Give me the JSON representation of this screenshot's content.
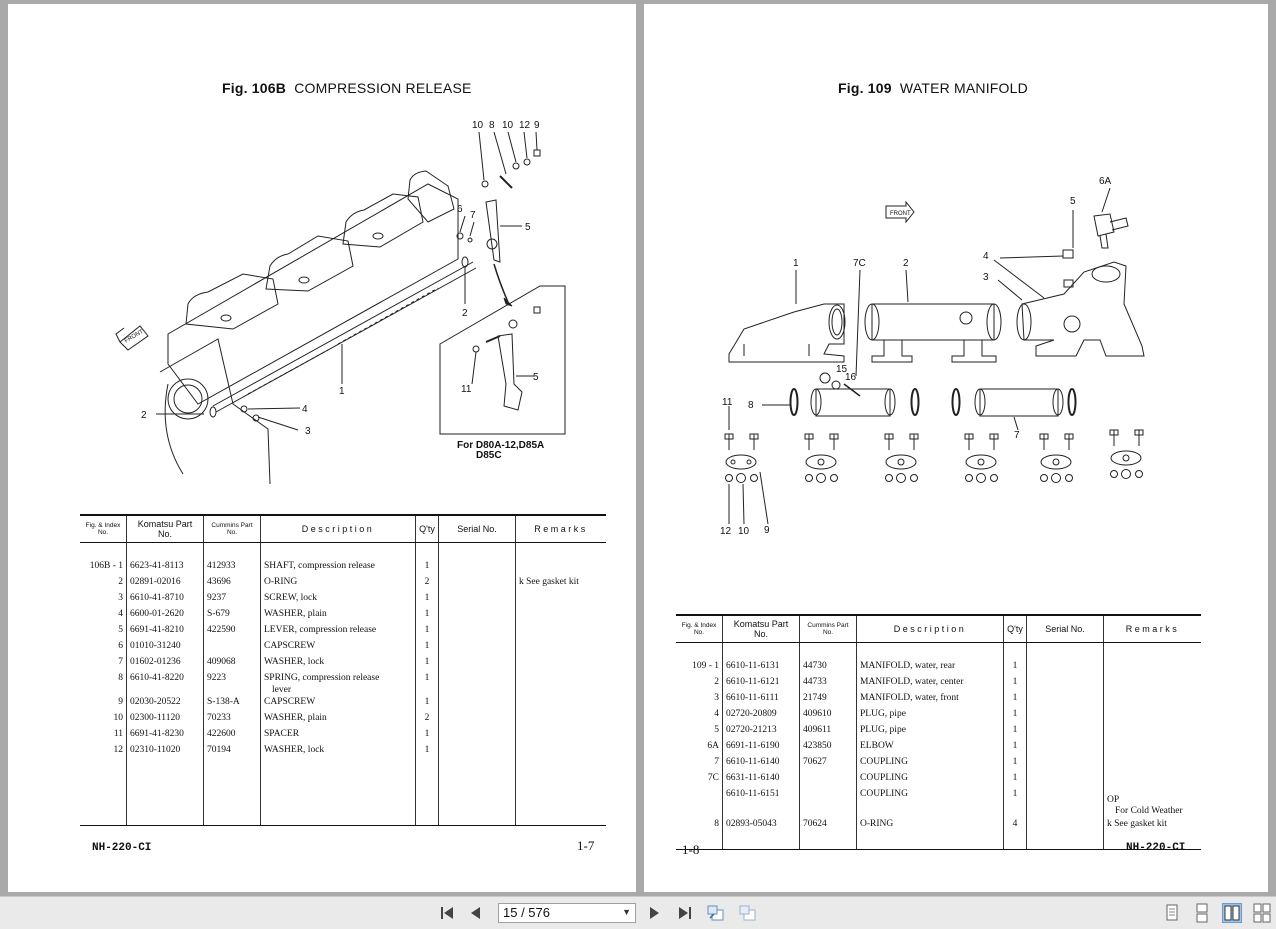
{
  "left_page": {
    "fig_label": "Fig. 106B",
    "fig_title": "COMPRESSION RELEASE",
    "callouts": [
      "10",
      "8",
      "10",
      "12",
      "9",
      "6",
      "7",
      "5",
      "2",
      "1",
      "2",
      "4",
      "3",
      "11",
      "5"
    ],
    "front_label": "FRONT",
    "note_line1": "For D80A-12,D85A",
    "note_line2": "D85C",
    "table": {
      "headers": [
        "Fig. & Index No.",
        "Komatsu Part No.",
        "Cummins Part No.",
        "Description",
        "Q'ty",
        "Serial No.",
        "Remarks"
      ],
      "rows": [
        {
          "idx": "106B - 1",
          "komatsu": "6623-41-8113",
          "cummins": "412933",
          "desc": "SHAFT, compression release",
          "qty": "1",
          "serial": "",
          "remarks": ""
        },
        {
          "idx": "2",
          "komatsu": "02891-02016",
          "cummins": "43696",
          "desc": "O-RING",
          "qty": "2",
          "serial": "",
          "remarks": "k  See gasket kit"
        },
        {
          "idx": "3",
          "komatsu": "6610-41-8710",
          "cummins": "9237",
          "desc": "SCREW, lock",
          "qty": "1",
          "serial": "",
          "remarks": ""
        },
        {
          "idx": "4",
          "komatsu": "6600-01-2620",
          "cummins": "S-679",
          "desc": "WASHER, plain",
          "qty": "1",
          "serial": "",
          "remarks": ""
        },
        {
          "idx": "5",
          "komatsu": "6691-41-8210",
          "cummins": "422590",
          "desc": "LEVER, compression release",
          "qty": "1",
          "serial": "",
          "remarks": ""
        },
        {
          "idx": "6",
          "komatsu": "01010-31240",
          "cummins": "",
          "desc": "CAPSCREW",
          "qty": "1",
          "serial": "",
          "remarks": ""
        },
        {
          "idx": "7",
          "komatsu": "01602-01236",
          "cummins": "409068",
          "desc": "WASHER, lock",
          "qty": "1",
          "serial": "",
          "remarks": ""
        },
        {
          "idx": "8",
          "komatsu": "6610-41-8220",
          "cummins": "9223",
          "desc": "SPRING, compression release",
          "desc2": "lever",
          "qty": "1",
          "serial": "",
          "remarks": ""
        },
        {
          "idx": "9",
          "komatsu": "02030-20522",
          "cummins": "S-138-A",
          "desc": "CAPSCREW",
          "qty": "1",
          "serial": "",
          "remarks": ""
        },
        {
          "idx": "10",
          "komatsu": "02300-11120",
          "cummins": "70233",
          "desc": "WASHER, plain",
          "qty": "2",
          "serial": "",
          "remarks": ""
        },
        {
          "idx": "11",
          "komatsu": "6691-41-8230",
          "cummins": "422600",
          "desc": "SPACER",
          "qty": "1",
          "serial": "",
          "remarks": ""
        },
        {
          "idx": "12",
          "komatsu": "02310-11020",
          "cummins": "70194",
          "desc": "WASHER, lock",
          "qty": "1",
          "serial": "",
          "remarks": ""
        }
      ]
    },
    "footer_code": "NH-220-CI",
    "page_number": "1-7"
  },
  "right_page": {
    "fig_label": "Fig. 109",
    "fig_title": "WATER MANIFOLD",
    "callouts": [
      "6A",
      "5",
      "1",
      "7C",
      "2",
      "4",
      "3",
      "15",
      "16",
      "11",
      "8",
      "7",
      "12",
      "10",
      "9"
    ],
    "front_label": "FRONT",
    "table": {
      "headers": [
        "Fig. & Index No.",
        "Komatsu Part No.",
        "Cummins Part No.",
        "Description",
        "Q'ty",
        "Serial No.",
        "Remarks"
      ],
      "rows": [
        {
          "idx": "109 - 1",
          "komatsu": "6610-11-6131",
          "cummins": "44730",
          "desc": "MANIFOLD, water, rear",
          "qty": "1",
          "serial": "",
          "remarks": ""
        },
        {
          "idx": "2",
          "komatsu": "6610-11-6121",
          "cummins": "44733",
          "desc": "MANIFOLD, water, center",
          "qty": "1",
          "serial": "",
          "remarks": ""
        },
        {
          "idx": "3",
          "komatsu": "6610-11-6111",
          "cummins": "21749",
          "desc": "MANIFOLD, water, front",
          "qty": "1",
          "serial": "",
          "remarks": ""
        },
        {
          "idx": "4",
          "komatsu": "02720-20809",
          "cummins": "409610",
          "desc": "PLUG, pipe",
          "qty": "1",
          "serial": "",
          "remarks": ""
        },
        {
          "idx": "5",
          "komatsu": "02720-21213",
          "cummins": "409611",
          "desc": "PLUG, pipe",
          "qty": "1",
          "serial": "",
          "remarks": ""
        },
        {
          "idx": "6A",
          "komatsu": "6691-11-6190",
          "cummins": "423850",
          "desc": "ELBOW",
          "qty": "1",
          "serial": "",
          "remarks": ""
        },
        {
          "idx": "7",
          "komatsu": "6610-11-6140",
          "cummins": "70627",
          "desc": "COUPLING",
          "qty": "1",
          "serial": "",
          "remarks": ""
        },
        {
          "idx": "7C",
          "komatsu": "6631-11-6140",
          "cummins": "",
          "desc": "COUPLING",
          "qty": "1",
          "serial": "",
          "remarks": ""
        },
        {
          "idx": "",
          "komatsu": "6610-11-6151",
          "cummins": "",
          "desc": "COUPLING",
          "qty": "1",
          "serial": "",
          "remarks": "OP",
          "remarks2": "For Cold Weather"
        },
        {
          "idx": "8",
          "komatsu": "02893-05043",
          "cummins": "70624",
          "desc": "O-RING",
          "qty": "4",
          "serial": "",
          "remarks": "k  See gasket kit"
        }
      ]
    },
    "footer_code": "NH-220-CI",
    "page_number": "1-8"
  },
  "toolbar": {
    "page_field": "15 / 576",
    "icons": [
      "first-page-icon",
      "previous-page-icon",
      "next-page-icon",
      "last-page-icon",
      "go-back-icon",
      "go-forward-icon",
      "single-page-view-icon",
      "continuous-view-icon",
      "two-page-view-icon",
      "two-page-continuous-view-icon"
    ]
  }
}
